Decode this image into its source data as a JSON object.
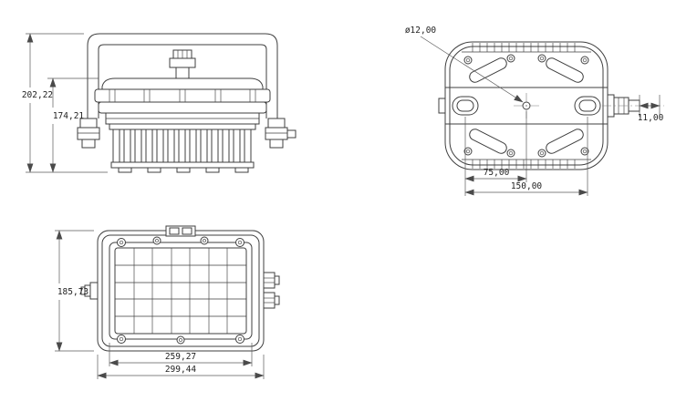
{
  "views": {
    "front_elevation": {
      "dim_overall_height": "202,22",
      "dim_housing_height": "174,21"
    },
    "rear": {
      "dim_center_hole_diameter": "ø12,00",
      "dim_side_offset": "11,00",
      "dim_slot_to_center": "75,00",
      "dim_slot_spacing": "150,00"
    },
    "front_face": {
      "dim_height": "185,73",
      "dim_inner_width": "259,27",
      "dim_overall_width": "299,44"
    }
  }
}
